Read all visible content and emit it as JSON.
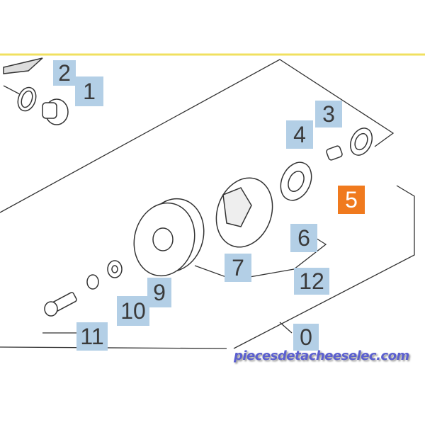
{
  "diagram": {
    "part_labels": [
      "2",
      "1",
      "3",
      "4",
      "5",
      "6",
      "7",
      "12",
      "9",
      "10",
      "11",
      "0"
    ],
    "highlighted_label": "5",
    "colors": {
      "label_bg": "#b3cfe6",
      "highlight_bg": "#f07a1e",
      "top_rule": "#f0e060",
      "watermark": "#5b5fd0"
    }
  },
  "watermark": "piecesdetacheeselec.com"
}
